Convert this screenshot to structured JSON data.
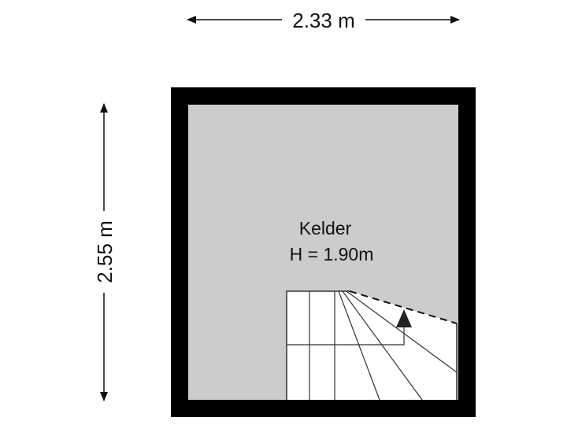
{
  "floorplan": {
    "room": {
      "name": "Kelder",
      "height_label": "H = 1.90m"
    },
    "dimensions": {
      "width_label": "2.33 m",
      "depth_label": "2.55 m"
    },
    "colors": {
      "wall": "#000000",
      "floor": "#cccccc",
      "stairs": "#ffffff",
      "line": "#333333"
    },
    "stairs": {
      "direction_arrow": "up-arrow"
    }
  }
}
